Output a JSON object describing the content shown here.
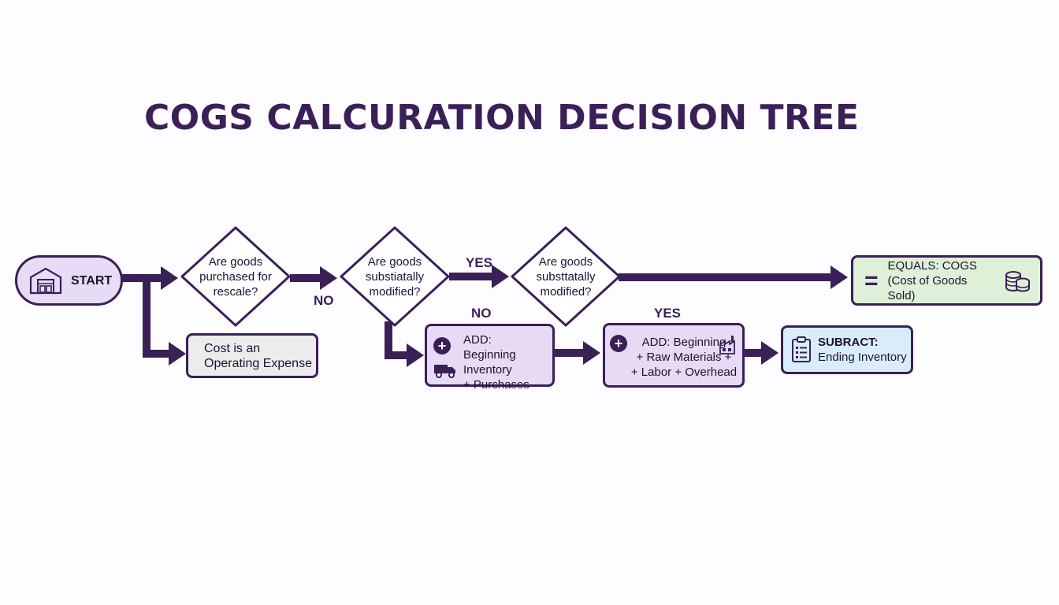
{
  "title": "COGS CALCURATION DECISION TREE",
  "colors": {
    "accent": "#3b1f57",
    "start_fill": "#e7dcf5",
    "add_fill": "#e6daf5",
    "expense_fill": "#ececec",
    "subtract_fill": "#d9ecfa",
    "equals_fill": "#dff0d8"
  },
  "nodes": {
    "start": {
      "label": "START",
      "icon": "warehouse-icon"
    },
    "q1": {
      "text": "Are goods purchased for rescale?"
    },
    "q2": {
      "text": "Are goods substiatally modified?"
    },
    "q3": {
      "text": "Are goods substtatally modified?"
    },
    "expense": {
      "line1": "Cost is an",
      "line2": "Operating Expense"
    },
    "add1": {
      "line1": "ADD: Beginning",
      "line2": "Inventory",
      "line3": "+ Purchases",
      "icons": [
        "plus-circle-icon",
        "truck-icon"
      ]
    },
    "add2": {
      "line1": "ADD: Beginning",
      "line2": "+ Raw Materials +",
      "line3": "+ Labor + Overhead",
      "icons": [
        "plus-circle-icon",
        "factory-icon"
      ]
    },
    "subtract": {
      "line1": "SUBRACT:",
      "line2": "Ending Inventory",
      "icon": "clipboard-icon"
    },
    "equals": {
      "symbol": "=",
      "line1": "EQUALS: COGS",
      "line2": "(Cost of Goods Sold)",
      "icon": "coins-icon"
    }
  },
  "edge_labels": {
    "no1": "NO",
    "yes1": "YES",
    "no2": "NO",
    "yes2": "YES"
  }
}
